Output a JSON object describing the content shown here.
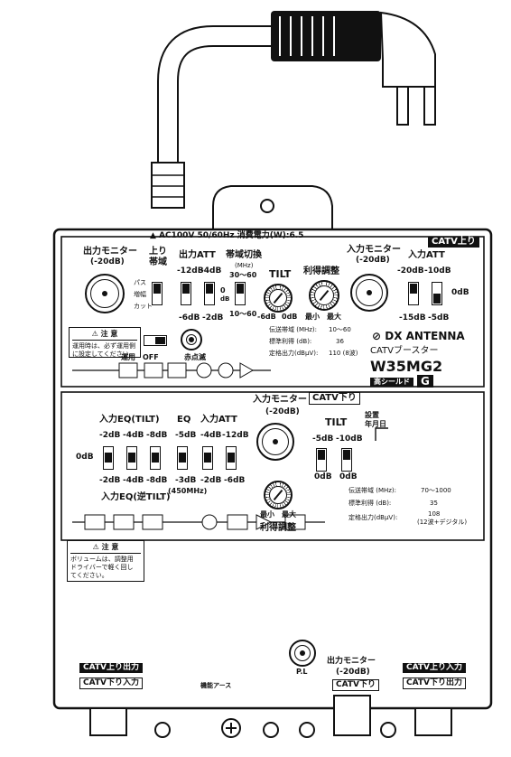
{
  "power_label": "▲ AC100V 50/60Hz  消費電力(W):6.5",
  "upper": {
    "section_badge": "CATV上り",
    "out_monitor": {
      "title": "出力モニター",
      "level": "(-20dB)"
    },
    "band": {
      "title1": "上り",
      "title2": "帯域",
      "opt1": "パス",
      "opt2": "増幅",
      "opt3": "カット"
    },
    "out_att": {
      "title": "出力ATT",
      "top": [
        "-12dB",
        "-4dB"
      ],
      "bottom": [
        "-6dB",
        "-2dB"
      ],
      "zero": "0",
      "db": "dB"
    },
    "band_switch": {
      "title": "帯域切換",
      "unit": "(MHz)",
      "top": "30～60",
      "bottom": "10～60"
    },
    "tilt": {
      "title": "TILT",
      "left": "-6dB",
      "right": "0dB"
    },
    "gain": {
      "title": "利得調整",
      "min": "最小",
      "max": "最大"
    },
    "in_monitor": {
      "title": "入力モニター",
      "level": "(-20dB)"
    },
    "in_att": {
      "title": "入力ATT",
      "top": [
        "-20dB",
        "-10dB"
      ],
      "bottom": [
        "-15dB",
        "-5dB"
      ],
      "zero": "0dB"
    },
    "caution": {
      "title": "⚠ 注 意",
      "text1": "運用時は、必ず運用側",
      "text2": "に設定してください。"
    },
    "mode": {
      "run": "運用",
      "off": "OFF",
      "sweep": "赤点滅"
    },
    "spec": [
      {
        "label": "伝送帯域 (MHz):",
        "value": "10～60"
      },
      {
        "label": "標準利得  (dB):",
        "value": "36"
      },
      {
        "label": "定格出力(dBμV):",
        "value": "110 (8波)"
      }
    ]
  },
  "brand": {
    "maker": "DX ANTENNA",
    "type": "CATVブースター",
    "model": "W35MG2",
    "shield": "高シールド",
    "g": "G"
  },
  "install": {
    "line1": "設置",
    "line2": "年月日"
  },
  "lower": {
    "section_badge": "CATV下り",
    "in_monitor": {
      "title": "入力モニター",
      "level": "(-20dB)"
    },
    "eq_tilt": {
      "title": "入力EQ(TILT)",
      "top": [
        "-2dB",
        "-4dB",
        "-8dB"
      ],
      "bottom": [
        "-2dB",
        "-4dB",
        "-8dB"
      ]
    },
    "eq": {
      "title": "EQ",
      "top": "-5dB",
      "bottom": "-3dB",
      "freq": "(450MHz)"
    },
    "in_att": {
      "title": "入力ATT",
      "top": [
        "-4dB",
        "-12dB"
      ],
      "bottom": [
        "-2dB",
        "-6dB"
      ]
    },
    "zero": "0dB",
    "eq_rev": "入力EQ(逆TILT)",
    "tilt": {
      "title": "TILT",
      "top": [
        "-5dB",
        "-10dB"
      ],
      "bottom": [
        "0dB",
        "0dB"
      ]
    },
    "gain": {
      "title": "利得調整",
      "min": "最小",
      "max": "最大"
    },
    "spec": [
      {
        "label": "伝送帯域 (MHz):",
        "value": "70～1000"
      },
      {
        "label": "標準利得  (dB):",
        "value": "35"
      },
      {
        "label": "定格出力(dBμV):",
        "value": "108",
        "note": "(12波+デジタル)"
      }
    ],
    "caution": {
      "title": "⚠ 注 意",
      "text1": "ボリュームは、調整用",
      "text2": "ドライバーで軽く回し",
      "text3": "てください。"
    }
  },
  "bottom": {
    "pl": "P.L",
    "left_port1": "CATV上り出力",
    "left_port2": "CATV下り入力",
    "ground": "機能アース",
    "monitor": "出力モニター",
    "monitor_level": "(-20dB)",
    "monitor_port": "CATV下り",
    "right_port1": "CATV上り入力",
    "right_port2": "CATV下り出力"
  }
}
